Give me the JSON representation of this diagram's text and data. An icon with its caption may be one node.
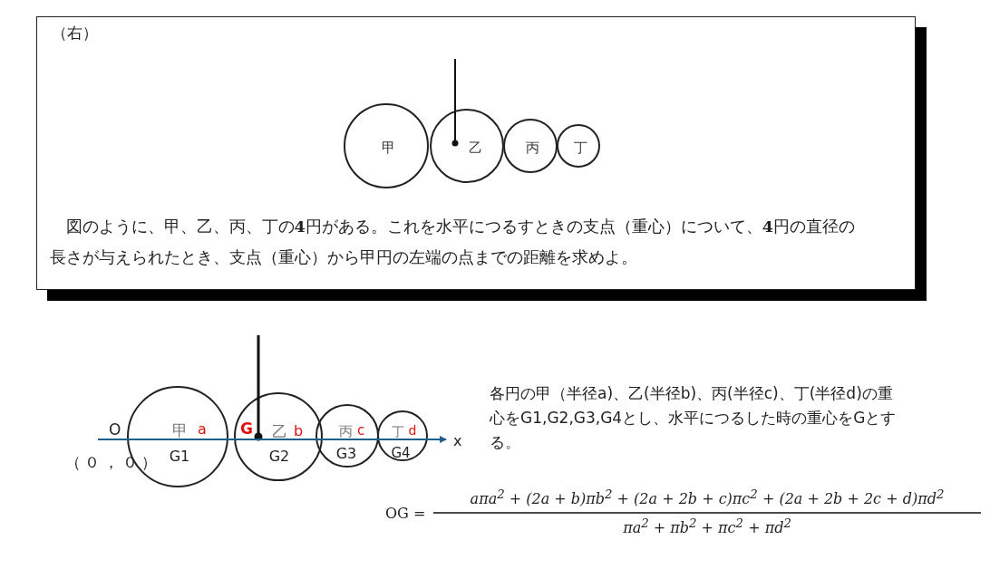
{
  "diagram": {
    "nodes": [
      {
        "text": [
          "（右）",
          "図のように、甲、乙、丙、丁の**4**円がある。これを水平につるすときの支点（重心）について、**4**円の直径の長さが与えられたとき、支点（重心）から甲円の左端の点までの距離を求めよ。"
        ]
      },
      {
        "text": [
          "甲"
        ],
        "in": 0
      },
      {
        "text": [
          "乙"
        ],
        "in": 0
      },
      {
        "text": [
          "丙"
        ],
        "in": 0
      },
      {
        "text": [
          "丁"
        ],
        "in": 0
      },
      {
        "text": [
          "甲",
          "a",
          "G1"
        ]
      },
      {
        "text": [
          "G",
          "乙",
          "b",
          "G2"
        ]
      },
      {
        "text": [
          "丙",
          "c",
          "G3"
        ]
      },
      {
        "text": [
          "丁",
          "d",
          "G4"
        ]
      }
    ],
    "labels": [
      "O",
      "（０，０）",
      "x",
      "各円の甲（半径a)、乙(半径b)、丙(半径c)、丁(半径d)の重心をG1,G2,G3,G4とし、水平につるした時の重心をGとする。",
      "OG =",
      "aπa$^{2}$ + (2a + b)πb$^{2}$ + (2a + 2b + c)πc$^{2}$ + (2a + 2b + 2c + d)πd$^{2}$",
      "πa$^{2}$ + πb$^{2}$ + πc$^{2}$ + πd$^{2}$"
    ]
  }
}
